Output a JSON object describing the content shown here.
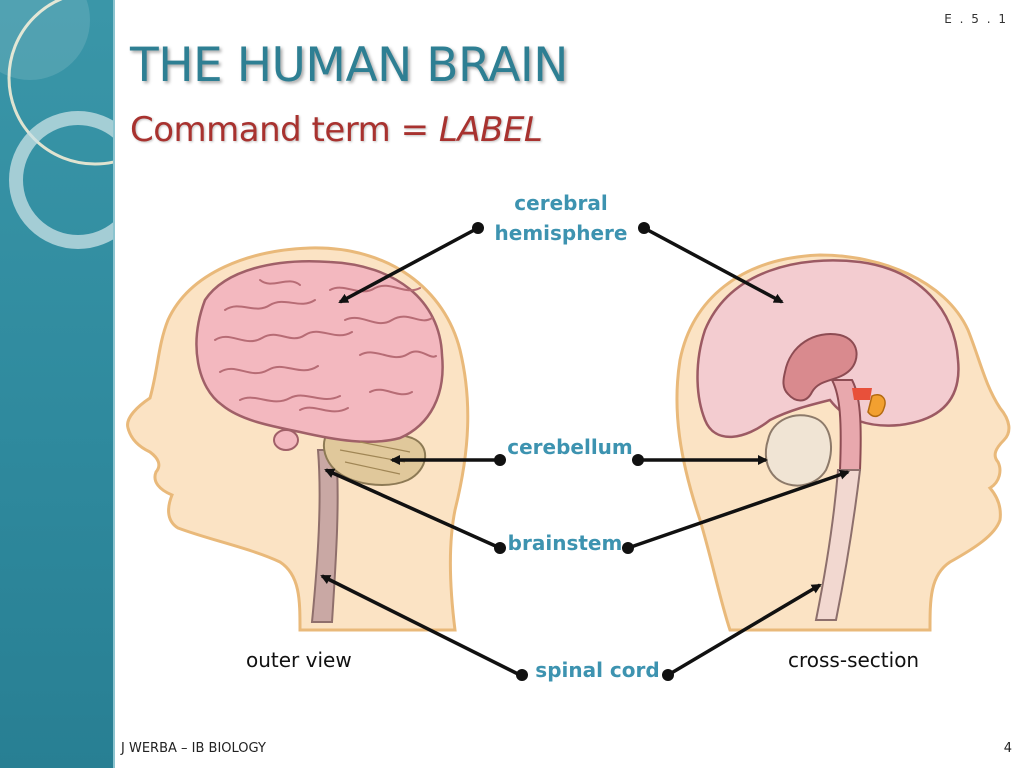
{
  "slide": {
    "code": "E . 5 . 1",
    "title": "THE HUMAN BRAIN",
    "subtitle_prefix": "Command term = ",
    "subtitle_em": "LABEL",
    "footer_left": "J WERBA – IB BIOLOGY",
    "page_number": "4"
  },
  "diagram": {
    "labels": {
      "cerebral_line1": "cerebral",
      "cerebral_line2": "hemisphere",
      "cerebellum": "cerebellum",
      "brainstem": "brainstem",
      "spinal_cord": "spinal cord"
    },
    "views": {
      "outer": "outer view",
      "cross": "cross-section"
    }
  },
  "colors": {
    "title": "#2e7f93",
    "subtitle": "#a8322f",
    "label": "#3d93b0",
    "sidebar": "#2f8a9e",
    "skin": "#fbe3c4",
    "brain": "#f3b8bf",
    "cerebellum": "#e0c89b"
  }
}
